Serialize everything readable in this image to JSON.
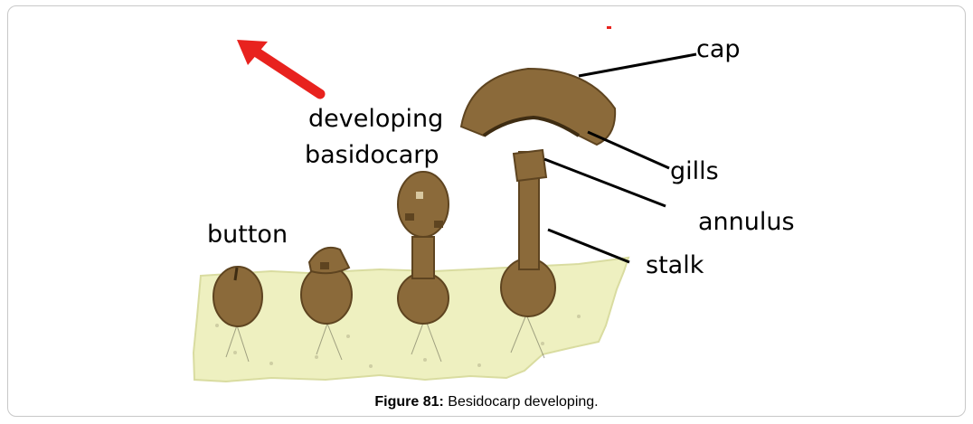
{
  "figure": {
    "labels": {
      "cap": "cap",
      "gills": "gills",
      "annulus": "annulus",
      "stalk": "stalk",
      "button": "button",
      "developing_line1": "developing",
      "developing_line2": "basidocarp"
    },
    "caption": {
      "prefix": "Figure 81:",
      "text": " Besidocarp developing."
    }
  },
  "colors": {
    "soil": "#eef0c0",
    "mushroom": "#8b6a3a",
    "mushroom_dark": "#5e4420",
    "arrow": "#e8221e"
  },
  "icons": {
    "arrow": "red-arrow-icon"
  }
}
